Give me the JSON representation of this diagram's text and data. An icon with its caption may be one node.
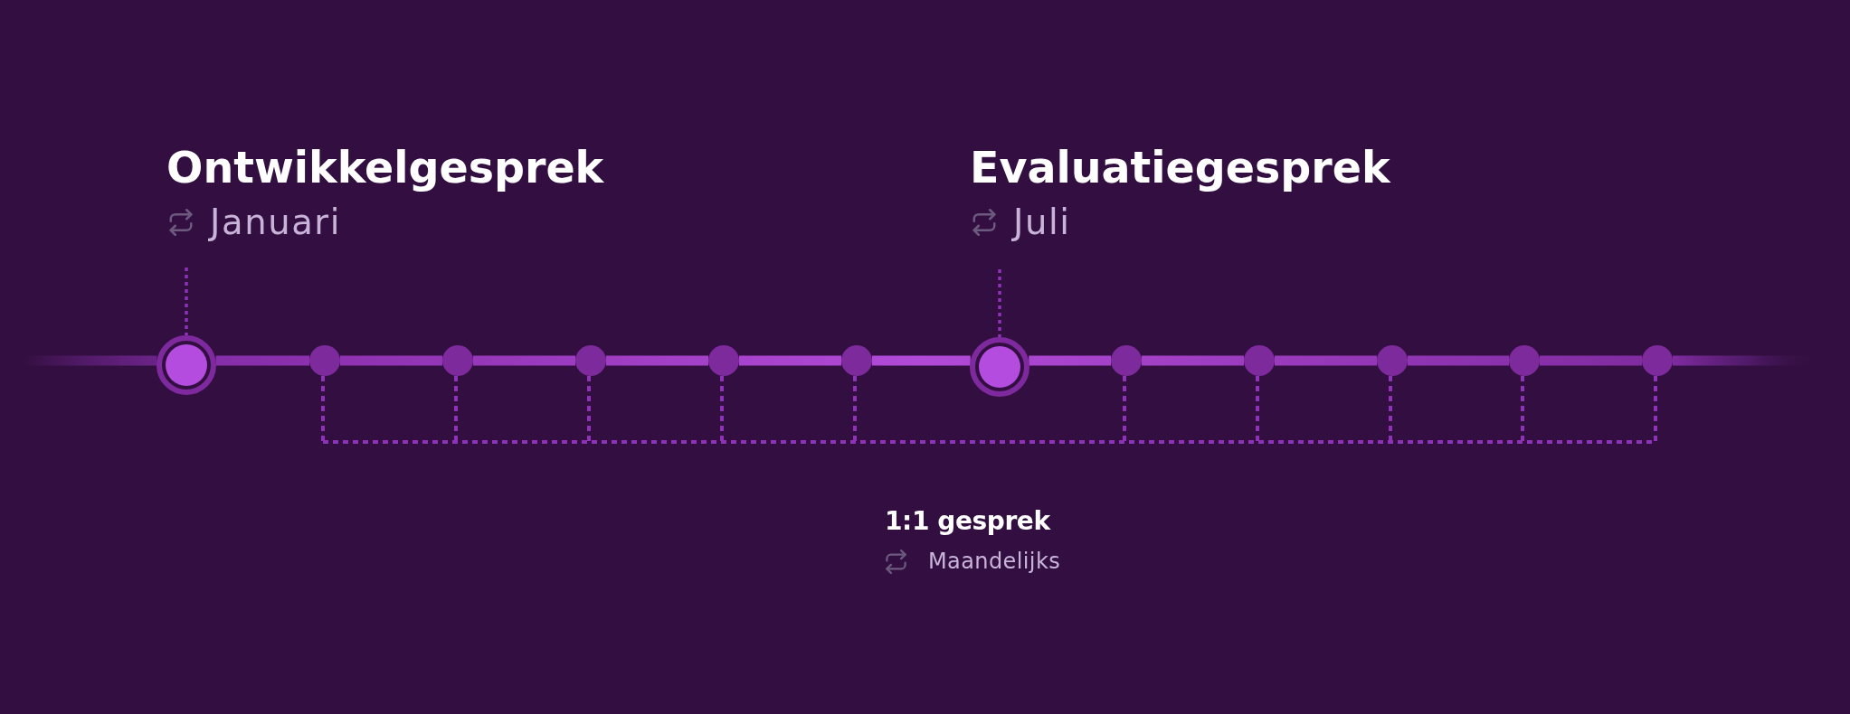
{
  "diagram": {
    "nodes": [
      {
        "text": [
          "Ontwikkelgesprek",
          "Januari"
        ]
      },
      {
        "text": [
          "Evaluatiegesprek",
          "Juli"
        ]
      },
      {
        "text": [],
        "shape": "circle"
      },
      {
        "text": [],
        "shape": "circle"
      },
      {
        "text": [],
        "shape": "circle"
      },
      {
        "text": [],
        "shape": "circle"
      },
      {
        "text": [],
        "shape": "circle"
      },
      {
        "text": [],
        "shape": "circle"
      },
      {
        "text": [],
        "shape": "circle"
      },
      {
        "text": [],
        "shape": "circle"
      },
      {
        "text": [],
        "shape": "circle"
      },
      {
        "text": [],
        "shape": "circle"
      },
      {
        "text": [],
        "shape": "circle"
      },
      {
        "text": [],
        "shape": "circle"
      }
    ],
    "edges": [
      {
        "from": 0,
        "to": 2,
        "arrow": "none",
        "style": "dashed"
      },
      {
        "from": 1,
        "to": 8,
        "arrow": "none",
        "style": "dashed"
      },
      {
        "from": null,
        "to": 2,
        "arrow": "none"
      },
      {
        "from": 2,
        "to": 3,
        "arrow": "none"
      },
      {
        "from": 3,
        "to": 4,
        "arrow": "none"
      },
      {
        "from": 4,
        "to": 5,
        "arrow": "none"
      },
      {
        "from": 5,
        "to": 6,
        "arrow": "none"
      },
      {
        "from": 6,
        "to": 7,
        "arrow": "none"
      },
      {
        "from": 7,
        "to": 8,
        "arrow": "none"
      },
      {
        "from": 8,
        "to": 9,
        "arrow": "none"
      },
      {
        "from": 9,
        "to": 10,
        "arrow": "none"
      },
      {
        "from": 10,
        "to": 11,
        "arrow": "none"
      },
      {
        "from": 11,
        "to": 12,
        "arrow": "none"
      },
      {
        "from": 12,
        "to": 13,
        "arrow": "none"
      },
      {
        "from": 13,
        "to": null,
        "arrow": "none"
      }
    ],
    "labels": [
      "1:1 gesprek",
      "Maandelijks"
    ]
  }
}
